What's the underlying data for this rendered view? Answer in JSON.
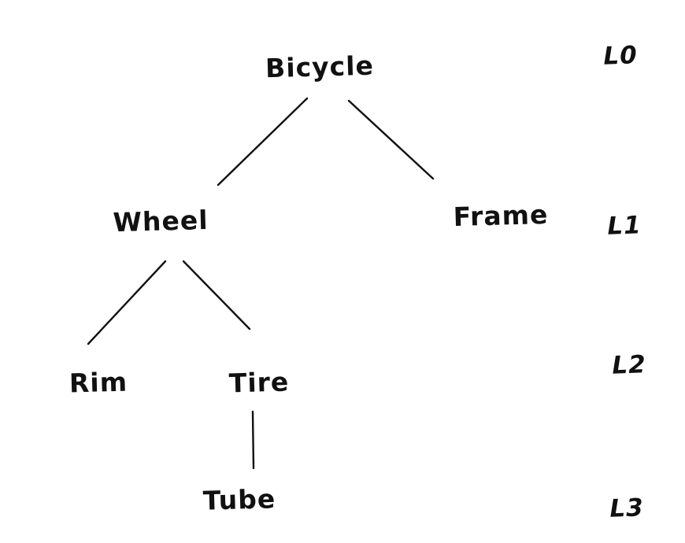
{
  "diagram": {
    "type": "tree",
    "description": "Hand-drawn component hierarchy tree of a bicycle with depth level labels",
    "nodes": {
      "bicycle": {
        "label": "Bicycle",
        "level": 0
      },
      "wheel": {
        "label": "Wheel",
        "level": 1
      },
      "frame": {
        "label": "Frame",
        "level": 1
      },
      "rim": {
        "label": "Rim",
        "level": 2
      },
      "tire": {
        "label": "Tire",
        "level": 2
      },
      "tube": {
        "label": "Tube",
        "level": 3
      }
    },
    "edges": [
      {
        "from": "Bicycle",
        "to": "Wheel"
      },
      {
        "from": "Bicycle",
        "to": "Frame"
      },
      {
        "from": "Wheel",
        "to": "Rim"
      },
      {
        "from": "Wheel",
        "to": "Tire"
      },
      {
        "from": "Tire",
        "to": "Tube"
      }
    ],
    "level_labels": {
      "l0": {
        "label": "L0"
      },
      "l1": {
        "label": "L1"
      },
      "l2": {
        "label": "L2"
      },
      "l3": {
        "label": "L3"
      }
    },
    "colors": {
      "ink": "#111111",
      "background": "#ffffff"
    }
  }
}
